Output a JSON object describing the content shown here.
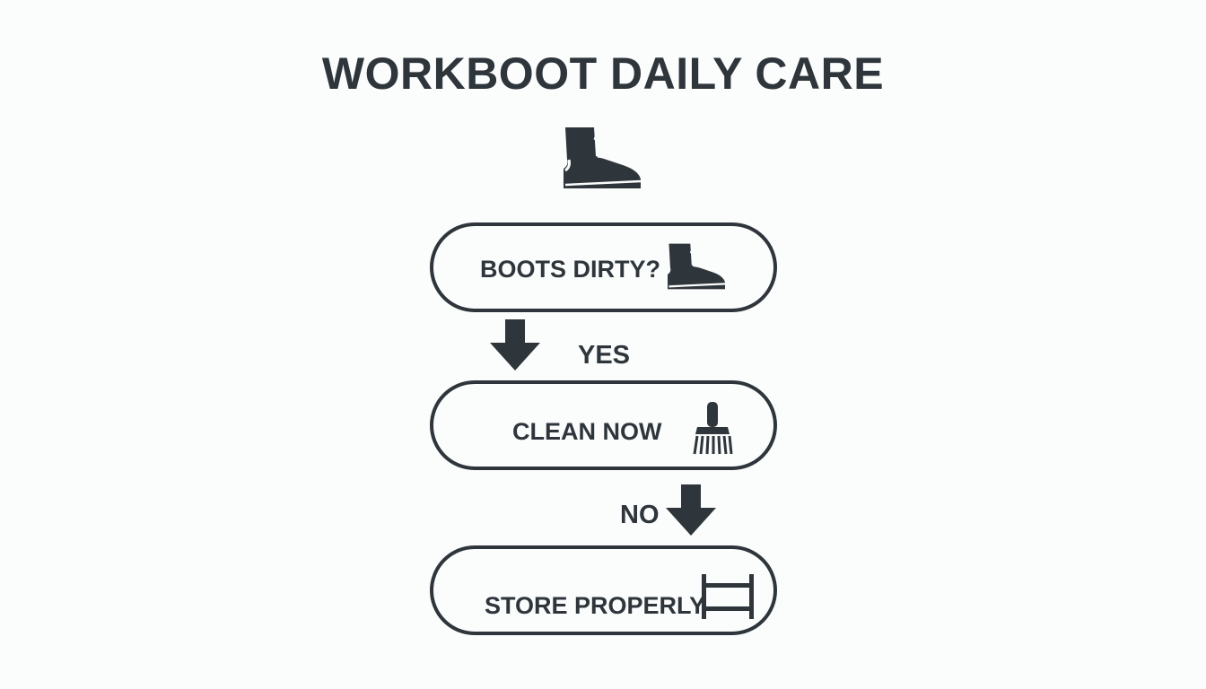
{
  "title": "WORKBOOT DAILY CARE",
  "colors": {
    "ink": "#2e353b",
    "background": "#fbfcfc"
  },
  "nodes": [
    {
      "label": "BOOTS DIRTY?",
      "icon": "boot-icon"
    },
    {
      "label": "CLEAN NOW",
      "icon": "brush-icon"
    },
    {
      "label": "STORE PROPERLY",
      "icon": "rack-icon"
    }
  ],
  "edges": [
    {
      "from": "BOOTS DIRTY?",
      "to": "CLEAN NOW",
      "label": "YES"
    },
    {
      "from": "CLEAN NOW",
      "to": "STORE PROPERLY",
      "label": "NO"
    }
  ],
  "header_icon": "boot-icon"
}
